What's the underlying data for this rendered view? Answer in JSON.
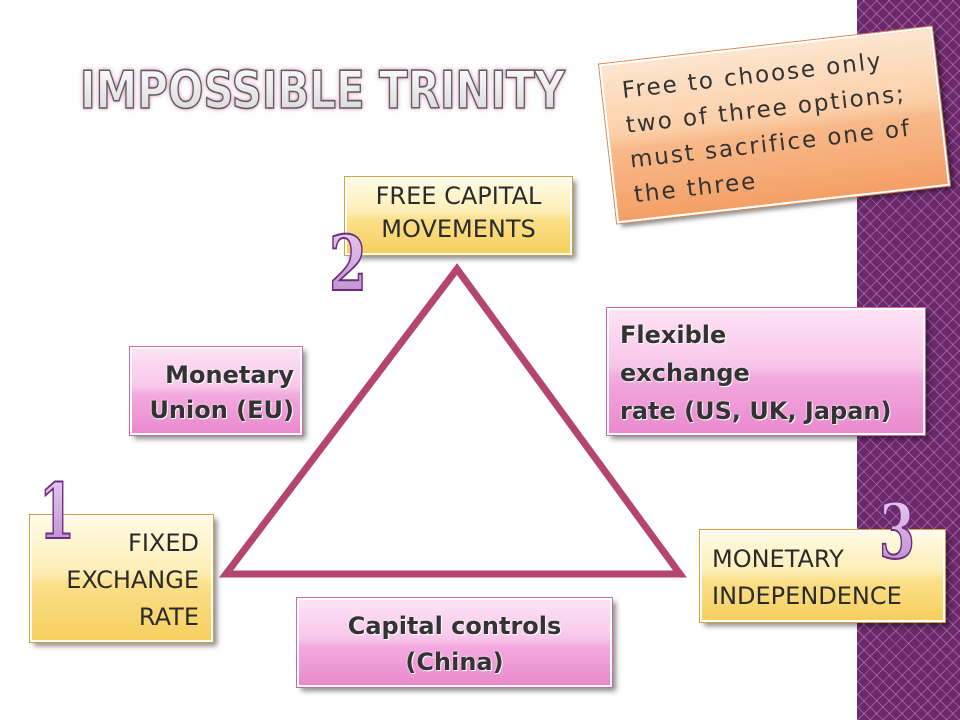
{
  "slide": {
    "title": "IMPOSSIBLE TRINITY",
    "note": {
      "lines": [
        "Free to choose only",
        "two of three options;",
        "must sacrifice one of",
        "the three"
      ]
    },
    "corners": {
      "top": {
        "number": "2",
        "lines": [
          "FREE CAPITAL",
          "MOVEMENTS"
        ]
      },
      "left": {
        "number": "1",
        "lines": [
          "FIXED",
          "EXCHANGE",
          "RATE"
        ]
      },
      "right": {
        "number": "3",
        "lines": [
          "MONETARY",
          "INDEPENDENCE"
        ]
      }
    },
    "sides": {
      "left": {
        "lines": [
          "Monetary",
          "Union (EU)"
        ]
      },
      "right": {
        "lines": [
          "Flexible",
          "exchange",
          "rate (US, UK, Japan)"
        ]
      },
      "bottom": {
        "lines": [
          "Capital controls",
          "(China)"
        ]
      }
    }
  },
  "colors": {
    "sidebar_purple": "#6a2a6a",
    "triangle_stroke": "#b3456f",
    "corner_box_yellow": "#fbe08a",
    "side_box_pink": "#f3a9de",
    "note_box_orange": "#f8b98a",
    "number_purple": "#c99bdb"
  }
}
